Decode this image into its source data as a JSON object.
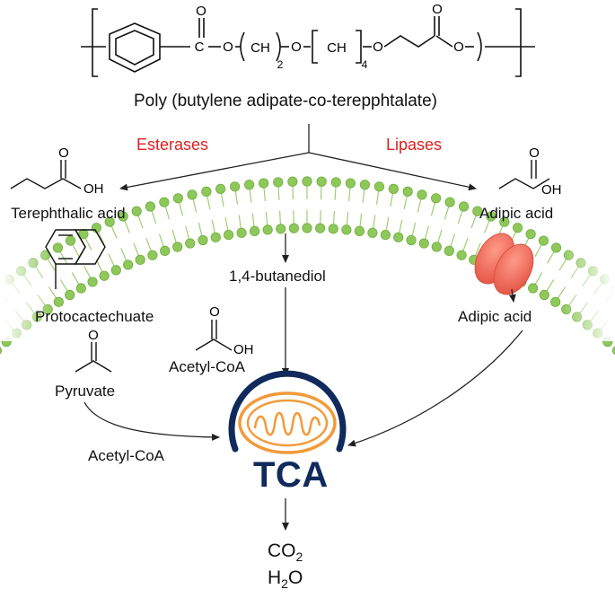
{
  "polymer": {
    "name": "Poly (butylene adipate-co-terepphtalate)",
    "atoms": {
      "c": "C",
      "o": "O",
      "ch": "CH",
      "sub2": "2",
      "sub4": "4"
    }
  },
  "enzymes": {
    "left": "Esterases",
    "right": "Lipases"
  },
  "left_branch": {
    "acid_label": "Terephthalic acid",
    "oh": "OH",
    "o": "O",
    "protocatechuate": "Protocactechuate"
  },
  "right_branch": {
    "acid_label": "Adipic acid",
    "oh": "OH",
    "o": "O",
    "inside_label": "Adipic acid"
  },
  "center": {
    "butanediol": "1,4-butanediol",
    "acetyl_label": "Acetyl-CoA",
    "oh": "OH",
    "o": "O"
  },
  "pyruvate": {
    "label": "Pyruvate",
    "o": "O"
  },
  "acetyl_coa_lower": "Acetyl-CoA",
  "tca": "TCA",
  "products": {
    "co2_base": "CO",
    "co2_sub": "2",
    "h2o_h": "H",
    "h2o_sub": "2",
    "h2o_o": "O"
  },
  "colors": {
    "enzyme_red": "#e02020",
    "membrane_green": "#8fc85a",
    "transporter_red": "#f06a5a",
    "tca_navy": "#102a5c",
    "mito_orange": "#f29a3a"
  }
}
